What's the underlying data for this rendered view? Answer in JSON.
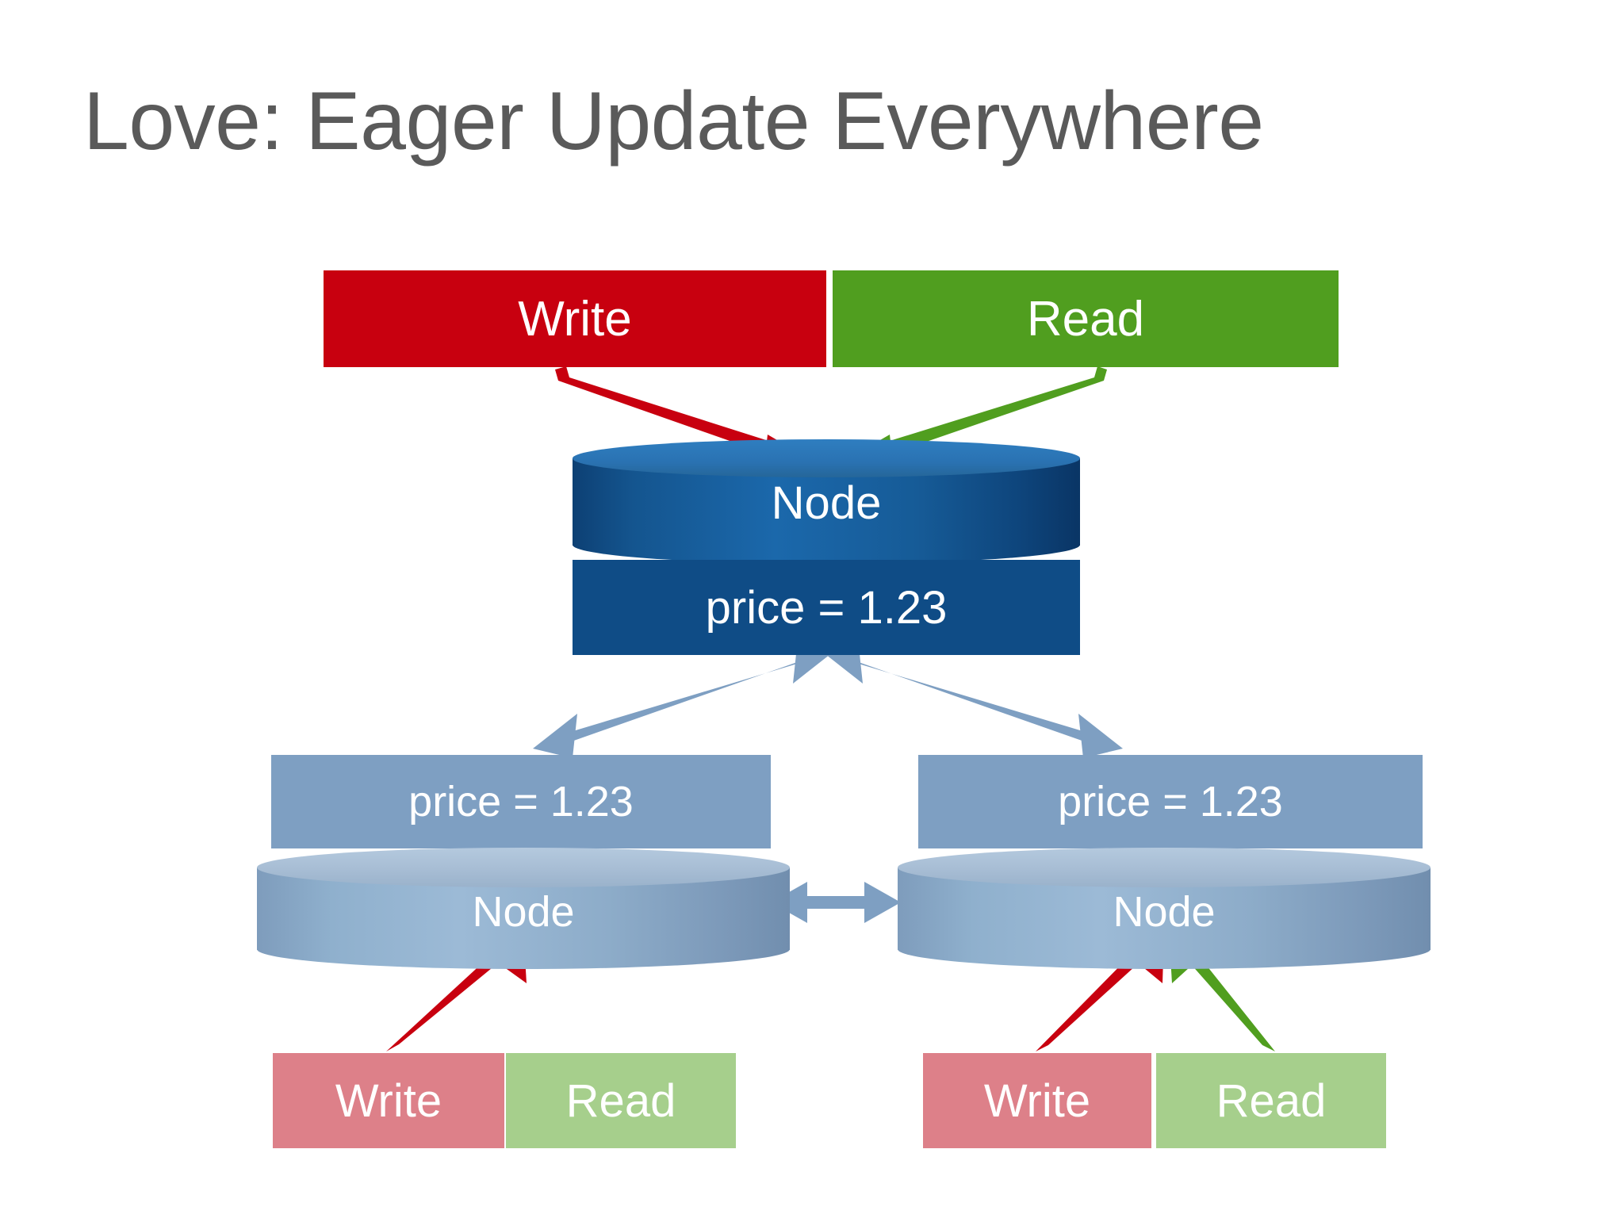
{
  "slide": {
    "title": "Love: Eager Update Everywhere",
    "background": "#ffffff",
    "title_color": "#5a5a5a"
  },
  "colors": {
    "write_strong": "#c8000f",
    "read_strong": "#509e1f",
    "write_soft": "#dd8089",
    "read_soft": "#a6cf8c",
    "node_primary_body": "#0f4c86",
    "node_primary_top": "#2a72b2",
    "node_replica_body": "#8aa9c8",
    "node_replica_top": "#a7bdd4",
    "replication_arrow": "#7e9fc2"
  },
  "top_operations": [
    {
      "label": "Write",
      "kind": "write",
      "color": "#c8000f"
    },
    {
      "label": "Read",
      "kind": "read",
      "color": "#509e1f"
    }
  ],
  "primary_node": {
    "cylinder_label": "Node",
    "value_label": "price = 1.23"
  },
  "replicas": [
    {
      "id": "replica-left",
      "value_label": "price = 1.23",
      "cylinder_label": "Node",
      "operations": [
        {
          "label": "Write",
          "kind": "write",
          "color": "#dd8089",
          "connected": true
        },
        {
          "label": "Read",
          "kind": "read",
          "color": "#a6cf8c",
          "connected": false
        }
      ]
    },
    {
      "id": "replica-right",
      "value_label": "price = 1.23",
      "cylinder_label": "Node",
      "operations": [
        {
          "label": "Write",
          "kind": "write",
          "color": "#dd8089",
          "connected": true
        },
        {
          "label": "Read",
          "kind": "read",
          "color": "#a6cf8c",
          "connected": true
        }
      ]
    }
  ],
  "arrows": [
    {
      "name": "write-to-primary",
      "from": "Write (top)",
      "to": "Node (primary)",
      "color": "#c8000f",
      "heads": 1
    },
    {
      "name": "read-to-primary",
      "from": "Read (top)",
      "to": "Node (primary)",
      "color": "#509e1f",
      "heads": 1
    },
    {
      "name": "primary-replica-left-sync",
      "from": "Node (primary)",
      "to": "Node (left replica)",
      "color": "#7e9fc2",
      "heads": 2
    },
    {
      "name": "primary-replica-right-sync",
      "from": "Node (primary)",
      "to": "Node (right replica)",
      "color": "#7e9fc2",
      "heads": 2
    },
    {
      "name": "replica-peer-sync",
      "from": "Node (left replica)",
      "to": "Node (right replica)",
      "color": "#7e9fc2",
      "heads": 2
    },
    {
      "name": "write-to-replica-left",
      "from": "Write (left)",
      "to": "Node (left replica)",
      "color": "#c8000f",
      "heads": 1
    },
    {
      "name": "write-to-replica-right",
      "from": "Write (right)",
      "to": "Node (right replica)",
      "color": "#c8000f",
      "heads": 1
    },
    {
      "name": "read-to-replica-right",
      "from": "Read (right)",
      "to": "Node (right replica)",
      "color": "#509e1f",
      "heads": 1
    }
  ]
}
